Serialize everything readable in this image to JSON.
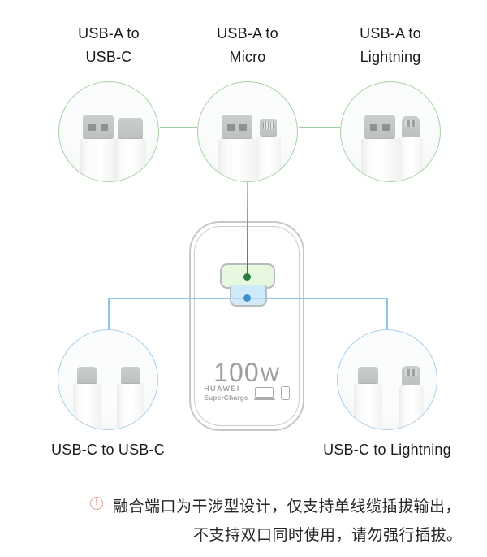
{
  "accent_colors": {
    "green_line": "#9ccf9b",
    "green_dot": "#2a7a44",
    "green_circle_border": "#a9d2a4",
    "blue_line": "#8ec7ea",
    "blue_dot": "#3c8fc9",
    "blue_circle_border": "#a9cfec",
    "port_usb_a_fill": "#e7f8e0",
    "port_usb_c_fill": "#cfeaf8",
    "warning_red": "#e89b97"
  },
  "top_cables": [
    {
      "label_line1": "USB-A to",
      "label_line2": "USB-C",
      "connectors": [
        "usb-a",
        "usb-c"
      ]
    },
    {
      "label_line1": "USB-A to",
      "label_line2": "Micro",
      "connectors": [
        "usb-a",
        "micro-usb"
      ]
    },
    {
      "label_line1": "USB-A to",
      "label_line2": "Lightning",
      "connectors": [
        "usb-a",
        "lightning"
      ]
    }
  ],
  "bottom_cables": [
    {
      "label": "USB-C to USB-C",
      "connectors": [
        "usb-c",
        "usb-c"
      ]
    },
    {
      "label": "USB-C to Lightning",
      "connectors": [
        "usb-c",
        "lightning"
      ]
    }
  ],
  "adapter": {
    "wattage": "100",
    "wattage_unit": "W",
    "brand": "HUAWEI",
    "brand_sub": "SuperCharge"
  },
  "warning": {
    "icon_glyph": "!",
    "line1": "融合端口为干涉型设计，仅支持单线缆插拔输出，",
    "line2": "不支持双口同时使用，请勿强行插拔。"
  }
}
